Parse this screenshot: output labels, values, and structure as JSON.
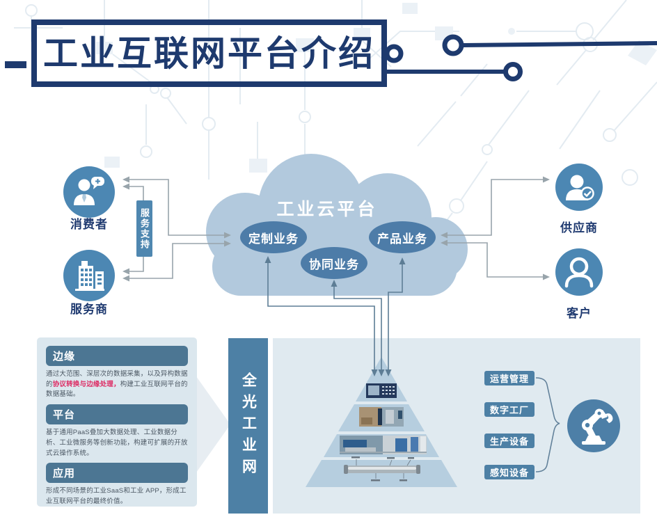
{
  "title": {
    "text": "工业互联网平台介绍"
  },
  "cloud": {
    "label": "工业云平台",
    "bubbles": [
      {
        "label": "定制业务"
      },
      {
        "label": "协同业务"
      },
      {
        "label": "产品业务"
      }
    ]
  },
  "left_actors": {
    "consumer": "消费者",
    "service_provider": "服务商",
    "support_badge": "服务支持"
  },
  "right_actors": {
    "supplier": "供应商",
    "customer": "客户"
  },
  "layers_panel": {
    "sections": [
      {
        "title": "边缘",
        "text_before": "通过大范围、深层次的数据采集，以及异构数据的",
        "highlight": "协议转换与边缘处理，",
        "text_after": "构建工业互联网平台的数据基础。"
      },
      {
        "title": "平台",
        "text": "基于通用PaaS叠加大数据处理、工业数据分析、工业微服务等创新功能，构建可扩展的开放式云操作系统。"
      },
      {
        "title": "应用",
        "text": "形成不同场景的工业SaaS和工业 APP，形成工业互联网平台的最终价值。"
      }
    ]
  },
  "network": {
    "bar_label": "全光工业网",
    "pyramid_labels": [
      "运营管理",
      "数字工厂",
      "生产设备",
      "感知设备"
    ]
  },
  "colors": {
    "title_navy": "#1e3a6e",
    "cloud_blue": "#b2c9dd",
    "bubble_blue": "#4d7ca8",
    "actor_blue": "#4c87b3",
    "panel_bg": "#dbe7ee",
    "network_panel_bg": "#e0eaf0",
    "header_slate": "#4c7693",
    "chip_blue": "#4d80a5",
    "highlight_red": "#dd2b63"
  }
}
